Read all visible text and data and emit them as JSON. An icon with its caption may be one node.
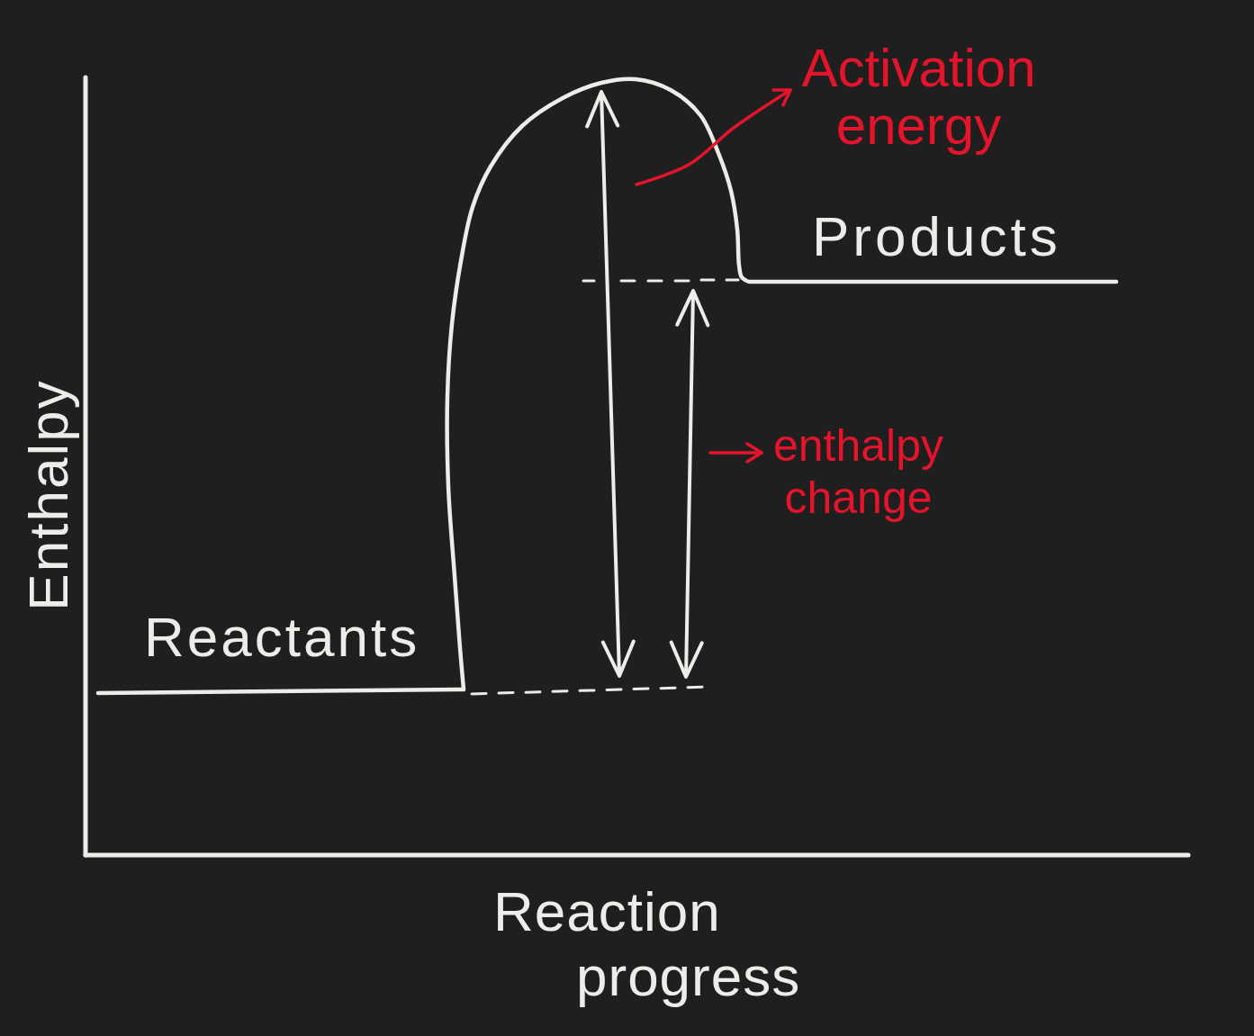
{
  "diagram": {
    "nodes": [
      {
        "text": [
          "Activation energy"
        ]
      },
      {
        "text": [],
        "shape": "arrow"
      },
      {
        "text": [],
        "shape": "arrow"
      },
      {
        "text": [
          "enthalpy change"
        ]
      }
    ],
    "edges": [
      {
        "from": 1,
        "to": 0,
        "arrow": "to"
      },
      {
        "from": 2,
        "to": 3,
        "arrow": "to"
      }
    ],
    "labels": [
      "Products",
      "Enthalpy",
      "Reactants",
      "Reaction progress"
    ]
  }
}
